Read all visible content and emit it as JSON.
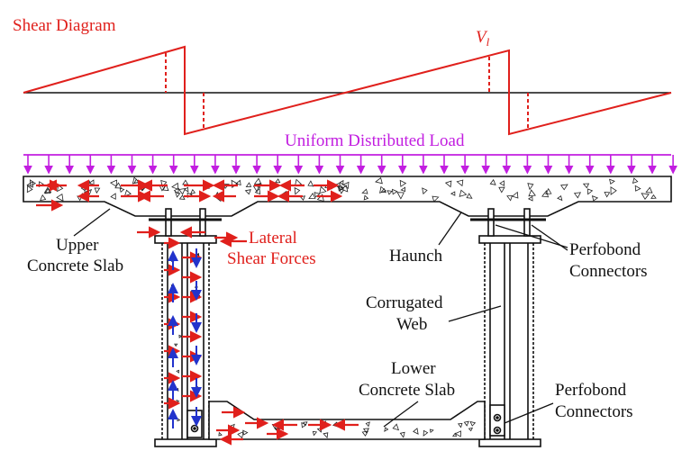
{
  "shear_diagram": {
    "title": "Shear Diagram",
    "symbol": "V",
    "symbol_sub": "l",
    "color": "#e0201c"
  },
  "load": {
    "label": "Uniform Distributed Load",
    "color": "#c21ee0"
  },
  "labels": {
    "upper_slab_1": "Upper",
    "upper_slab_2": "Concrete Slab",
    "lateral_1": "Lateral",
    "lateral_2": "Shear Forces",
    "haunch": "Haunch",
    "perfobond_top_1": "Perfobond",
    "perfobond_top_2": "Connectors",
    "web_1": "Corrugated",
    "web_2": "Web",
    "lower_slab_1": "Lower",
    "lower_slab_2": "Concrete Slab",
    "perfobond_bot_1": "Perfobond",
    "perfobond_bot_2": "Connectors"
  },
  "colors": {
    "structure": "#111111",
    "shear_force_arrows": "#e0201c",
    "web_flow_arrows": "#2233cc"
  }
}
